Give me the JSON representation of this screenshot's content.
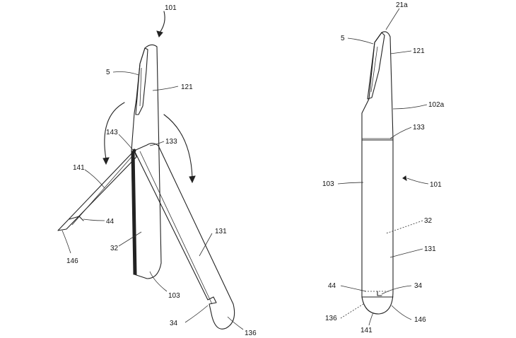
{
  "left_figure": {
    "labels": {
      "l101": "101",
      "l5": "5",
      "l121": "121",
      "l143": "143",
      "l133": "133",
      "l141": "141",
      "l44": "44",
      "l146": "146",
      "l32": "32",
      "l131": "131",
      "l103": "103",
      "l34": "34",
      "l136": "136"
    }
  },
  "right_figure": {
    "labels": {
      "r21a": "21a",
      "r5": "5",
      "r121": "121",
      "r102a": "102a",
      "r133": "133",
      "r103": "103",
      "r101": "101",
      "r32": "32",
      "r131": "131",
      "r44": "44",
      "r34": "34",
      "r136": "136",
      "r146": "146",
      "r141": "141"
    }
  }
}
